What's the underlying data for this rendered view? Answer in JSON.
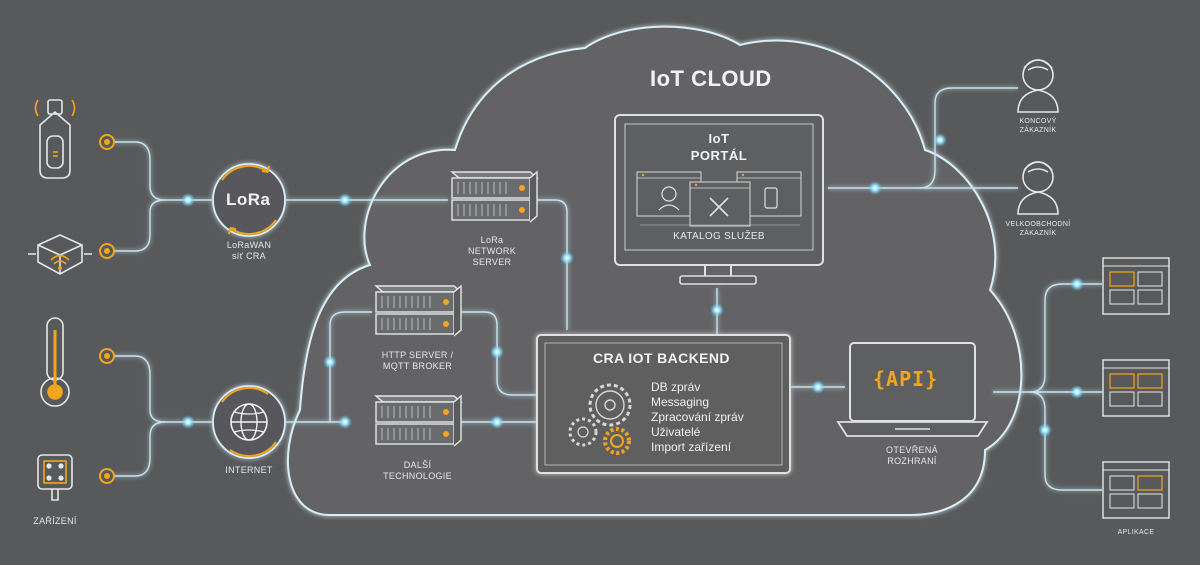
{
  "title": "IoT CLOUD",
  "portal": {
    "title_line1": "IoT",
    "title_line2": "PORTÁL",
    "catalog": "KATALOG SLUŽEB"
  },
  "backend": {
    "title": "CRA IOT BACKEND",
    "items": [
      "DB zpráv",
      "Messaging",
      "Zpracování zpráv",
      "Uživatelé",
      "Import zařízení"
    ]
  },
  "api": {
    "badge": "{API}",
    "label_line1": "OTEVŘENÁ",
    "label_line2": "ROZHRANÍ"
  },
  "lora": {
    "logo": "LoRa",
    "label_line1": "LoRaWAN",
    "label_line2": "síť CRA"
  },
  "internet": {
    "label": "INTERNET"
  },
  "servers": {
    "lora_ns": [
      "LoRa",
      "NETWORK",
      "SERVER"
    ],
    "http": [
      "HTTP SERVER /",
      "MQTT BROKER"
    ],
    "other": [
      "DALŠÍ",
      "TECHNOLOGIE"
    ]
  },
  "devices": {
    "label": "ZAŘÍZENÍ"
  },
  "customers": {
    "end": [
      "KONCOVÝ",
      "ZÁKAZNÍK"
    ],
    "wholesale": [
      "VELKOOBCHODNÍ",
      "ZÁKAZNÍK"
    ]
  },
  "apps": {
    "label": "APLIKACE"
  },
  "colors": {
    "background": "#58595b",
    "line": "#c6e4ee",
    "glow": "#7fdcff",
    "accent": "#f3a51d",
    "cloud_fill": "#636466"
  }
}
